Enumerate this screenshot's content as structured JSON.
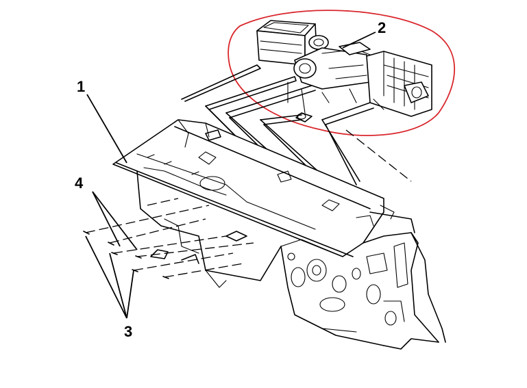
{
  "callouts": [
    {
      "id": "1",
      "label": "1"
    },
    {
      "id": "2",
      "label": "2"
    },
    {
      "id": "3",
      "label": "3"
    },
    {
      "id": "4",
      "label": "4"
    }
  ],
  "colors": {
    "line": "#000000",
    "highlight_circle": "#d9262c",
    "background": "#ffffff"
  }
}
